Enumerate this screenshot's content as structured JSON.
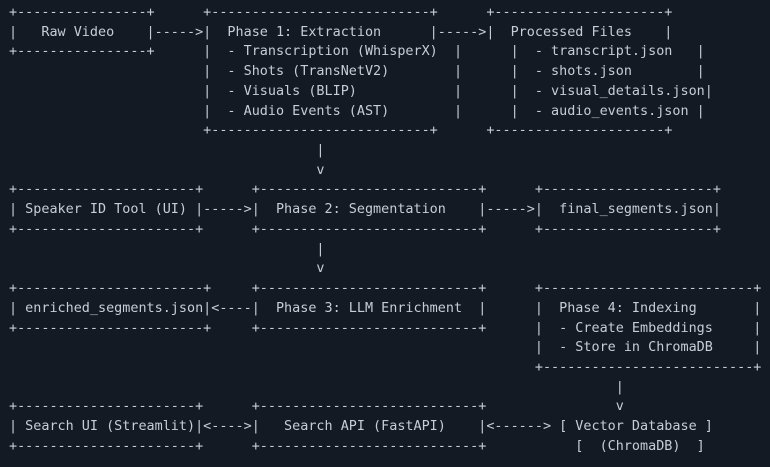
{
  "colors": {
    "background": "#131a24",
    "text": "#c8cdd5"
  },
  "diagram": {
    "lines": [
      "+----------------+      +---------------------------+      +---------------------+",
      "|   Raw Video    |----->|  Phase 1: Extraction      |----->|  Processed Files    |",
      "+----------------+      |  - Transcription (WhisperX)  |      |  - transcript.json   |",
      "                        |  - Shots (TransNetV2)        |      |  - shots.json        |",
      "                        |  - Visuals (BLIP)            |      |  - visual_details.json|",
      "                        |  - Audio Events (AST)        |      |  - audio_events.json |",
      "                        +---------------------------+      +---------------------+",
      "                                      |",
      "                                      v",
      "+----------------------+      +---------------------------+      +---------------------+",
      "| Speaker ID Tool (UI) |----->|  Phase 2: Segmentation    |----->|  final_segments.json|",
      "+----------------------+      +---------------------------+      +---------------------+",
      "                                      |",
      "                                      v",
      "+-----------------------+     +---------------------------+      +--------------------------+",
      "| enriched_segments.json|<----|  Phase 3: LLM Enrichment  |      |  Phase 4: Indexing       |",
      "+-----------------------+     +---------------------------+      |  - Create Embeddings     |",
      "                                                                 |  - Store in ChromaDB     |",
      "                                                                 +--------------------------+",
      "                                                                           |",
      "+----------------------+      +---------------------------+                v",
      "| Search UI (Streamlit)|<---->|   Search API (FastAPI)    |<------> [ Vector Database ]",
      "+----------------------+      +---------------------------+           [  (ChromaDB)  ]"
    ]
  },
  "structure": {
    "nodes": [
      {
        "label": "Raw Video"
      },
      {
        "label": "Phase 1: Extraction",
        "items": [
          "- Transcription (WhisperX)",
          "- Shots (TransNetV2)",
          "- Visuals (BLIP)",
          "- Audio Events (AST)"
        ]
      },
      {
        "label": "Processed Files",
        "items": [
          "- transcript.json",
          "- shots.json",
          "- visual_details.json",
          "- audio_events.json"
        ]
      },
      {
        "label": "Speaker ID Tool (UI)"
      },
      {
        "label": "Phase 2: Segmentation"
      },
      {
        "label": "final_segments.json"
      },
      {
        "label": "enriched_segments.json"
      },
      {
        "label": "Phase 3: LLM Enrichment"
      },
      {
        "label": "Phase 4: Indexing",
        "items": [
          "- Create Embeddings",
          "- Store in ChromaDB"
        ]
      },
      {
        "label": "Search UI (Streamlit)"
      },
      {
        "label": "Search API (FastAPI)"
      },
      {
        "label": "[ Vector Database ]",
        "sublabel": "[  (ChromaDB)  ]"
      }
    ],
    "edges": [
      "Raw Video -> Phase 1: Extraction",
      "Phase 1: Extraction -> Processed Files",
      "Phase 1: Extraction -> Phase 2: Segmentation (down arrow)",
      "Speaker ID Tool (UI) -> Phase 2: Segmentation",
      "Phase 2: Segmentation -> final_segments.json",
      "Phase 2: Segmentation -> Phase 3: LLM Enrichment (down arrow)",
      "Phase 3: LLM Enrichment -> enriched_segments.json",
      "Phase 4: Indexing -> Vector Database (down arrow)",
      "Search UI (Streamlit) <-> Search API (FastAPI)",
      "Search API (FastAPI) <-> Vector Database"
    ]
  }
}
